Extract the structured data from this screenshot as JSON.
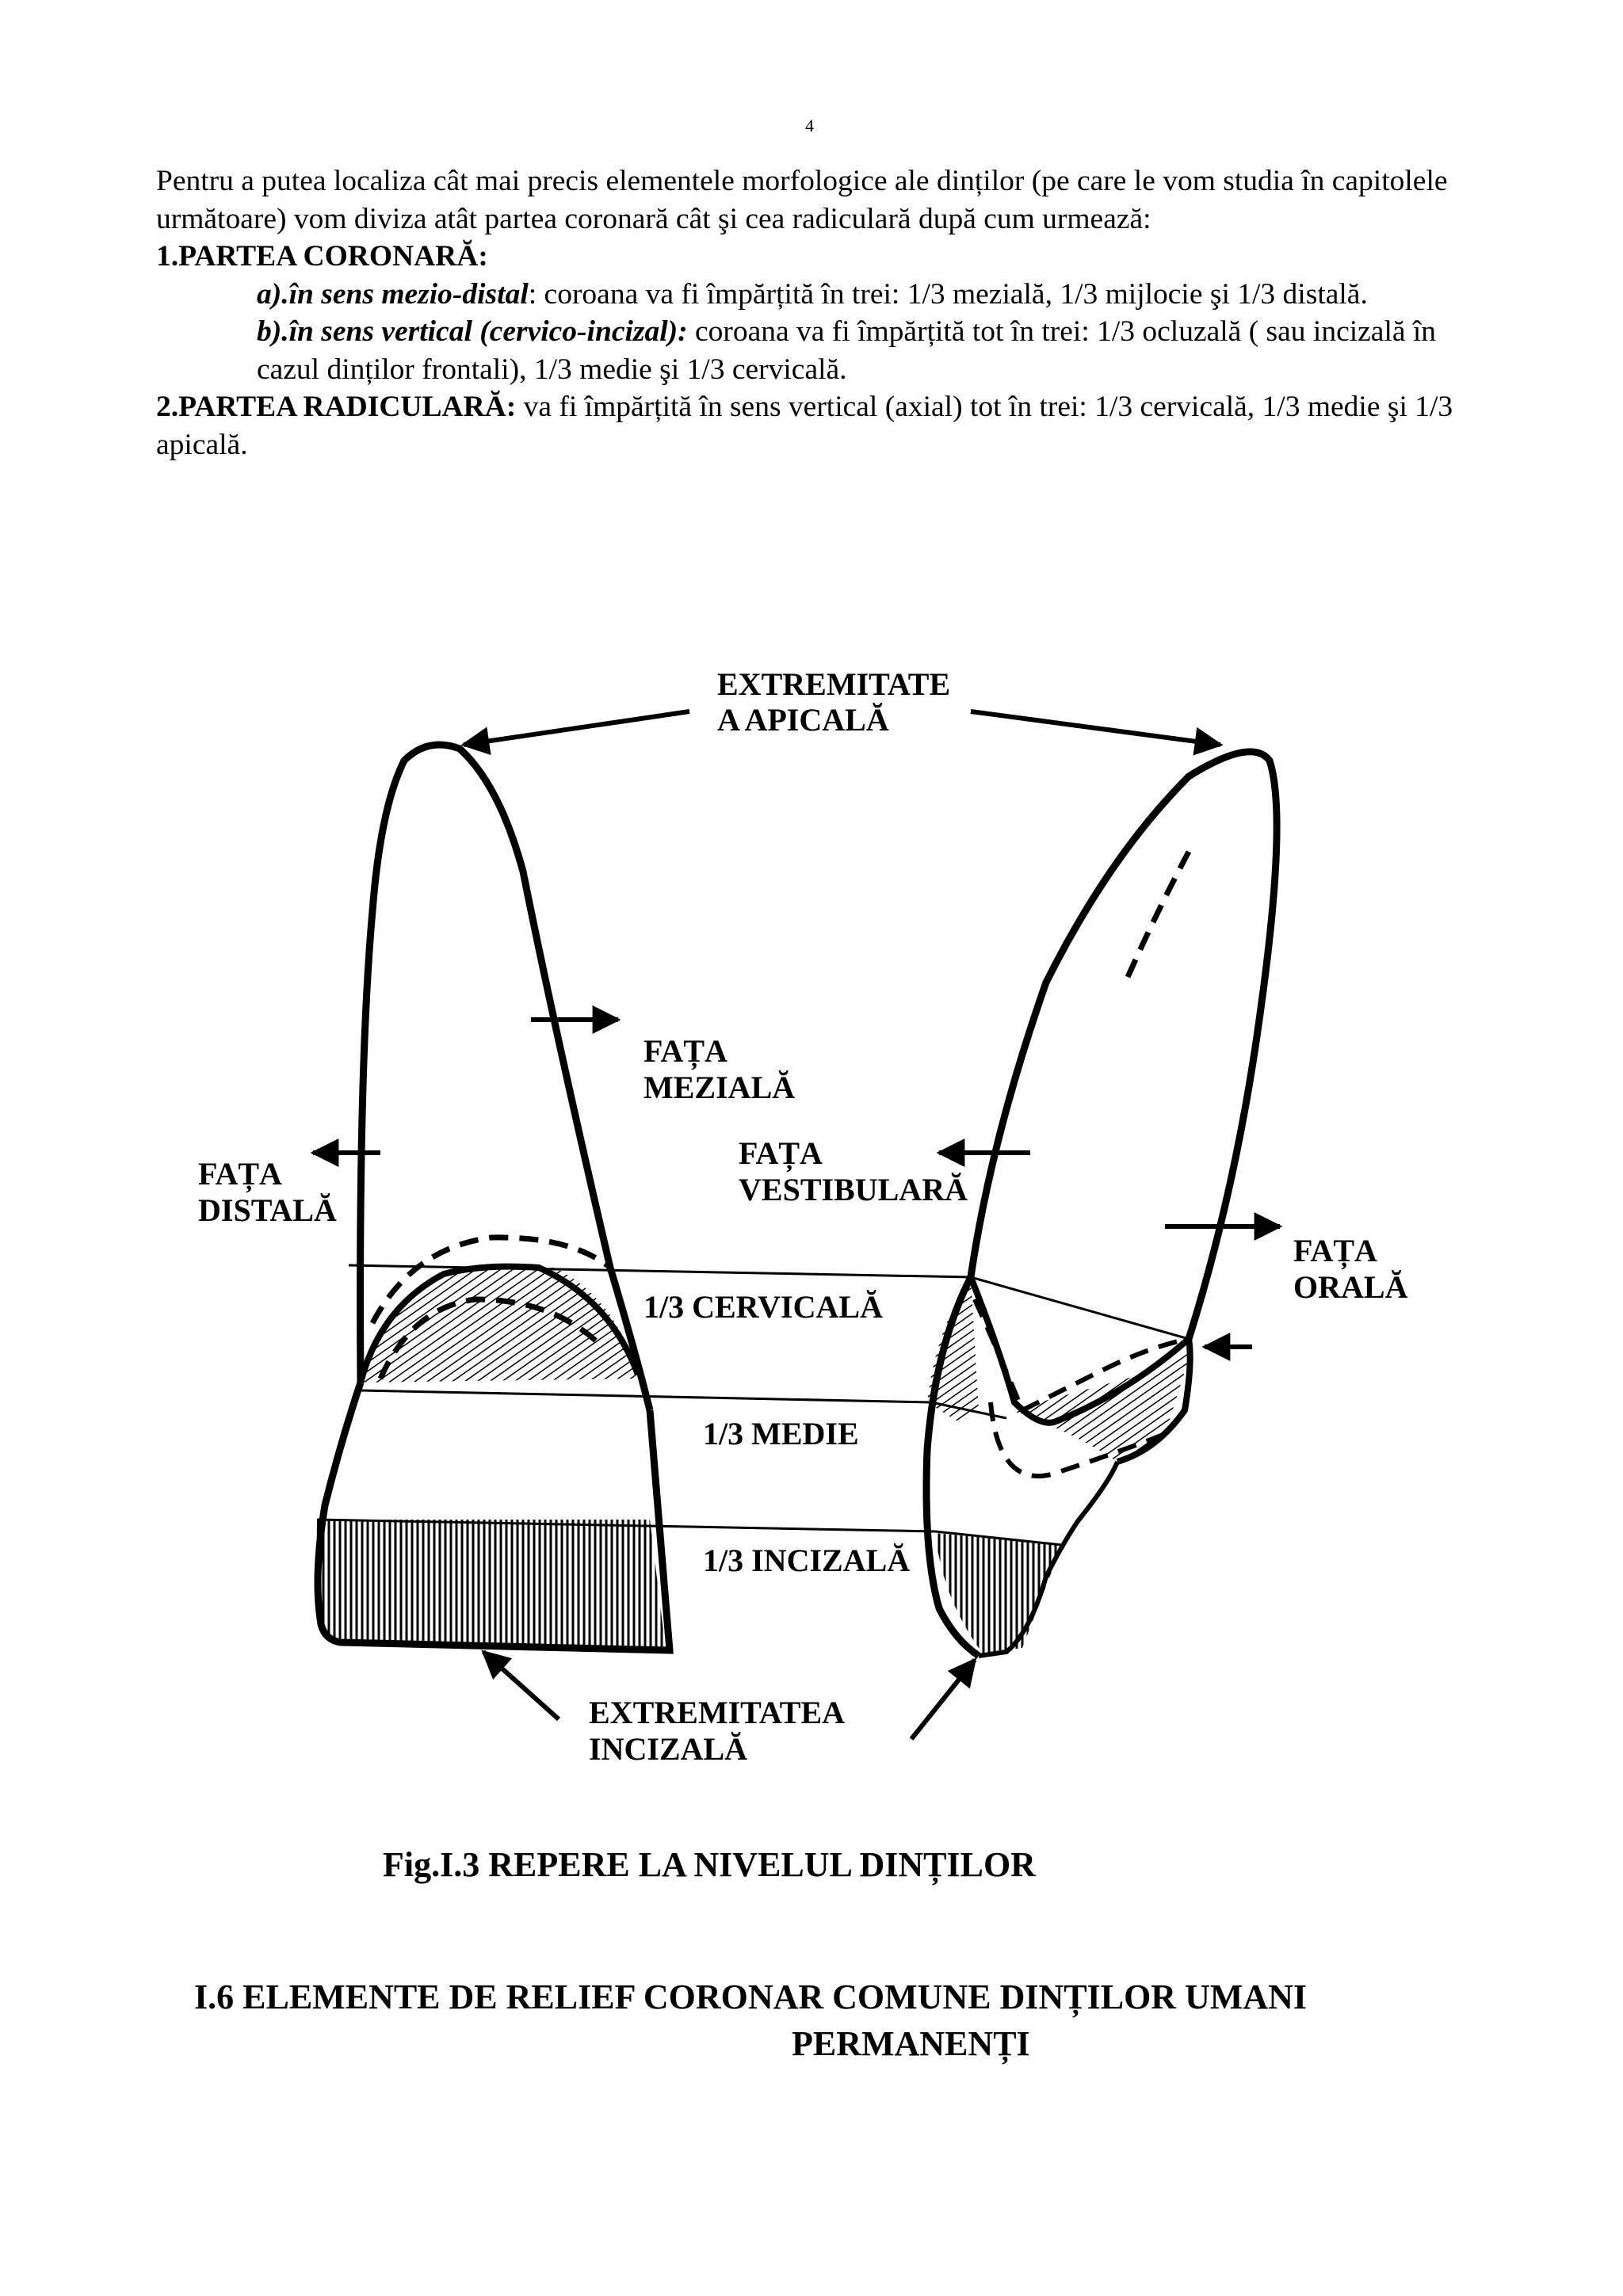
{
  "page_number": "4",
  "intro": {
    "paragraph": "Pentru a putea localiza cât mai precis elementele morfologice ale dinților (pe care le vom studia în capitolele următoare) vom diviza atât partea coronară cât şi cea radiculară după cum urmează:",
    "section1_title": "1.PARTEA CORONARĂ:",
    "a_label": "a).în sens mezio-distal",
    "a_text": ": coroana va fi împărțită în trei: 1/3 mezială, 1/3 mijlocie şi 1/3 distală.",
    "b_label": "b).în sens vertical (cervico-incizal):",
    "b_text": " coroana va fi împărțită tot în trei: 1/3 ocluzală ( sau incizală în cazul dinților frontali), 1/3 medie şi 1/3 cervicală.",
    "section2_title": "2.PARTEA RADICULARĂ:",
    "section2_text": " va fi împărțită în sens vertical (axial) tot în trei: 1/3 cervicală, 1/3 medie şi 1/3 apicală."
  },
  "figure": {
    "labels": {
      "extremitate_1": "EXTREMITATE",
      "extremitate_2": "A APICALĂ",
      "mesial_1": "FAȚA",
      "mesial_2": "MEZIALĂ",
      "distal_1": "FAȚA",
      "distal_2": "DISTALĂ",
      "vestibular_1": "FAȚA",
      "vestibular_2": "VESTIBULARĂ",
      "oral_1": "FAȚA",
      "oral_2": "ORALĂ",
      "third_cervical": "1/3 CERVICALĂ",
      "third_middle": "1/3 MEDIE",
      "third_incisal": "1/3 INCIZALĂ",
      "incisal_1": "EXTREMITATEA",
      "incisal_2": "INCIZALĂ"
    }
  },
  "caption": "Fig.I.3 REPERE LA NIVELUL DINȚILOR",
  "section_heading": {
    "line1": "I.6 ELEMENTE DE RELIEF CORONAR COMUNE   DINȚILOR UMANI",
    "line2": "PERMANENȚI"
  }
}
